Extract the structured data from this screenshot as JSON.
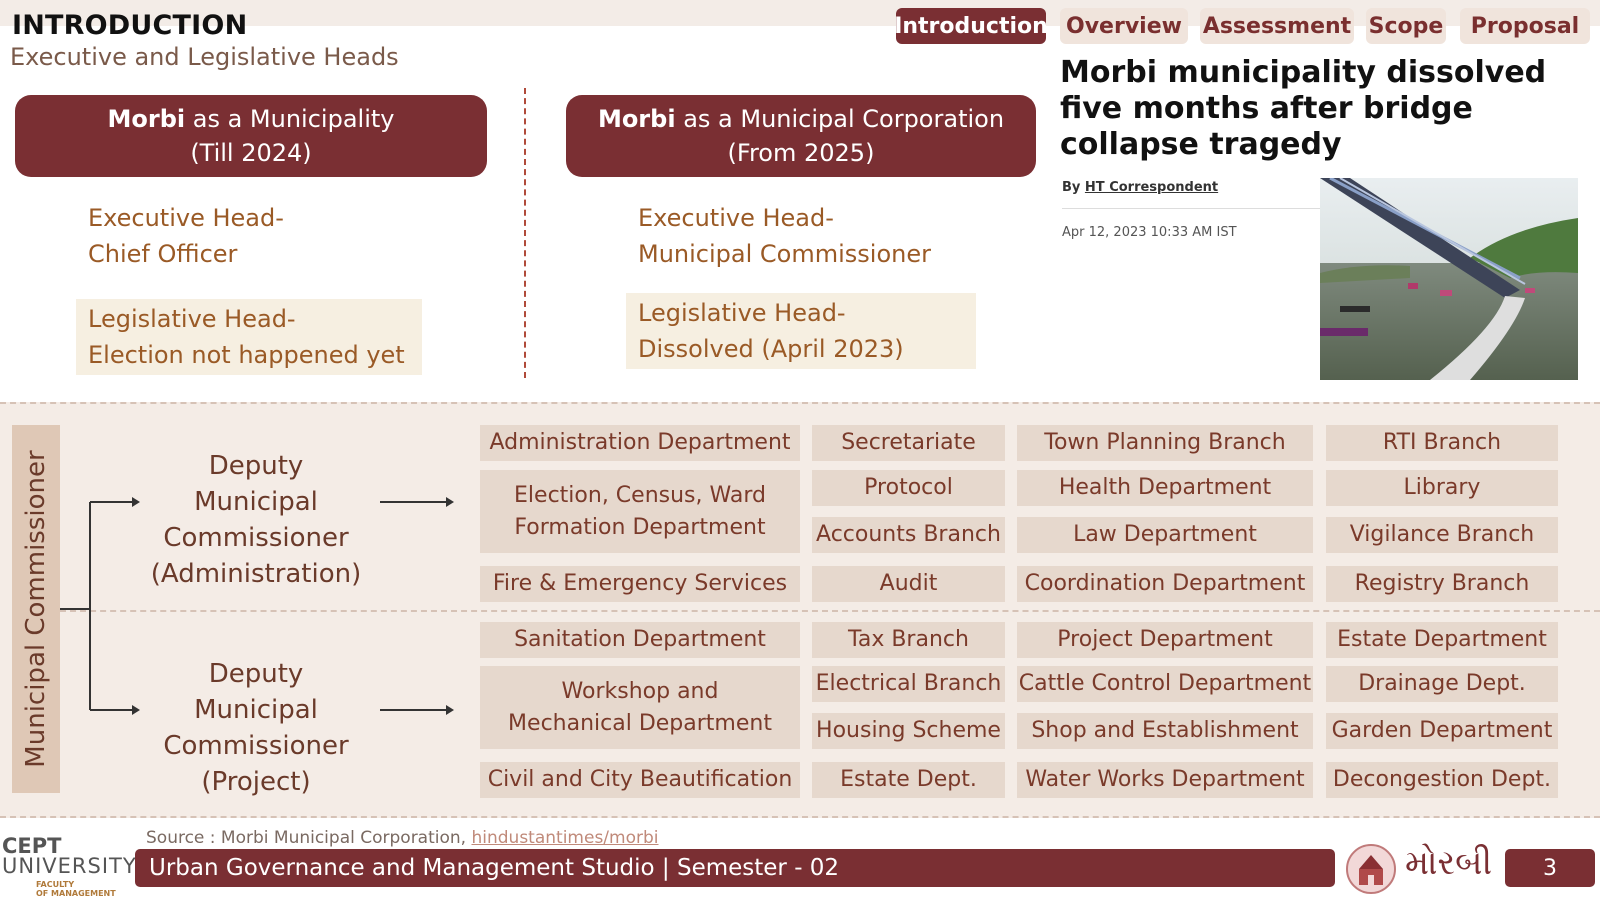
{
  "header": {
    "title": "INTRODUCTION",
    "subtitle": "Executive and Legislative Heads"
  },
  "nav": [
    {
      "label": "Introduction",
      "active": true
    },
    {
      "label": "Overview"
    },
    {
      "label": "Assessment"
    },
    {
      "label": "Scope"
    },
    {
      "label": "Proposal"
    }
  ],
  "municipality": {
    "name_bold": "Morbi",
    "name_rest": " as a Municipality",
    "period": "(Till 2024)",
    "exec_line1": "Executive Head-",
    "exec_line2": "Chief Officer",
    "leg_line1": "Legislative Head-",
    "leg_line2": "Election not happened yet"
  },
  "corporation": {
    "name_bold": "Morbi",
    "name_rest": " as a Municipal Corporation",
    "period": "(From 2025)",
    "exec_line1": "Executive Head-",
    "exec_line2": "Municipal Commissioner",
    "leg_line1": "Legislative Head-",
    "leg_line2": "Dissolved (April 2023)"
  },
  "news": {
    "headline": "Morbi municipality dissolved five months after bridge collapse tragedy",
    "by_prefix": "By",
    "author": "HT Correspondent",
    "date": "Apr 12, 2023 10:33 AM IST"
  },
  "org": {
    "commissioner": "Municipal Commissioner",
    "deputy_admin": {
      "line1": "Deputy Municipal",
      "line2": "Commissioner",
      "line3": "(Administration)"
    },
    "deputy_project": {
      "line1": "Deputy Municipal",
      "line2": "Commissioner",
      "line3": "(Project)"
    },
    "admin": {
      "col1": [
        "Administration Department",
        "Election, Census, Ward Formation Department",
        "Fire & Emergency Services"
      ],
      "col2": [
        "Secretariate",
        "Protocol",
        "Accounts Branch",
        "Audit"
      ],
      "col3": [
        "Town Planning Branch",
        "Health Department",
        "Law Department",
        "Coordination Department"
      ],
      "col4": [
        "RTI Branch",
        "Library",
        "Vigilance Branch",
        "Registry Branch"
      ]
    },
    "project": {
      "col1": [
        "Sanitation Department",
        "Workshop and Mechanical Department",
        "Civil and City Beautification"
      ],
      "col2": [
        "Tax Branch",
        "Electrical Branch",
        "Housing Scheme",
        "Estate Dept."
      ],
      "col3": [
        "Project Department",
        "Cattle Control Department",
        "Shop and Establishment",
        "Water Works Department"
      ],
      "col4": [
        "Estate Department",
        "Drainage Dept.",
        "Garden Department",
        "Decongestion Dept."
      ]
    }
  },
  "footer": {
    "source_prefix": "Source : Morbi Municipal Corporation, ",
    "source_link": "hindustantimes/morbi",
    "studio": "Urban Governance and Management Studio | Semester - 02",
    "page": "3",
    "logo_line1": "CEPT",
    "logo_line2": "UNIVERSITY",
    "logo_line3a": "FACULTY",
    "logo_line3b": "OF MANAGEMENT",
    "city_script": "મોરબી"
  },
  "colors": {
    "maroon": "#7a2f33",
    "cell": "#e6d8cd",
    "panel": "#f4ece6"
  }
}
